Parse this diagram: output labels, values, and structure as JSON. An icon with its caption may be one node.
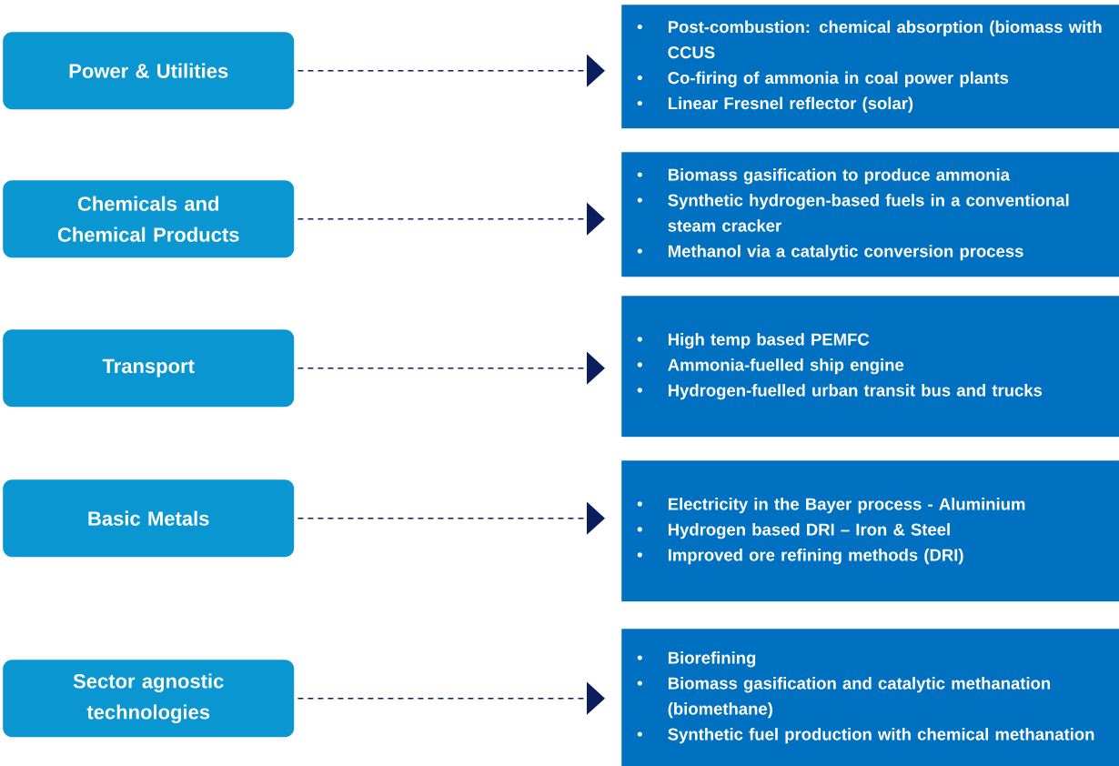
{
  "diagram": {
    "nodes": [
      {
        "text": [
          "Power & Utilities"
        ]
      },
      {
        "text": [
          "Post-combustion: chemical absorption (biomass with CCUS",
          "Co-firing of ammonia in coal power plants",
          "Linear Fresnel reflector (solar)"
        ]
      },
      {
        "text": [
          "Chemicals and Chemical Products"
        ]
      },
      {
        "text": [
          "Biomass gasification to produce ammonia",
          "Synthetic hydrogen-based fuels in a conventional steam cracker",
          "Methanol via a catalytic conversion process"
        ]
      },
      {
        "text": [
          "Transport"
        ]
      },
      {
        "text": [
          "High temp based PEMFC",
          "Ammonia-fuelled ship engine",
          "Hydrogen-fuelled urban transit bus and trucks"
        ]
      },
      {
        "text": [
          "Basic Metals"
        ]
      },
      {
        "text": [
          "Electricity in the Bayer process -  Aluminium",
          "Hydrogen based DRI – Iron & Steel",
          "Improved ore refining methods (DRI)"
        ]
      },
      {
        "text": [
          "Sector agnostic technologies"
        ]
      },
      {
        "text": [
          "Biorefining",
          "Biomass gasification and catalytic methanation (biomethane)",
          "Synthetic fuel production with chemical methanation"
        ]
      }
    ],
    "edges": [
      {
        "from": 0,
        "to": 1,
        "arrow": "to",
        "style": "dashed"
      },
      {
        "from": 2,
        "to": 3,
        "arrow": "to",
        "style": "dashed"
      },
      {
        "from": 4,
        "to": 5,
        "arrow": "to",
        "style": "dashed"
      },
      {
        "from": 6,
        "to": 7,
        "arrow": "to",
        "style": "dashed"
      },
      {
        "from": 8,
        "to": 9,
        "arrow": "to",
        "style": "dashed"
      }
    ]
  }
}
